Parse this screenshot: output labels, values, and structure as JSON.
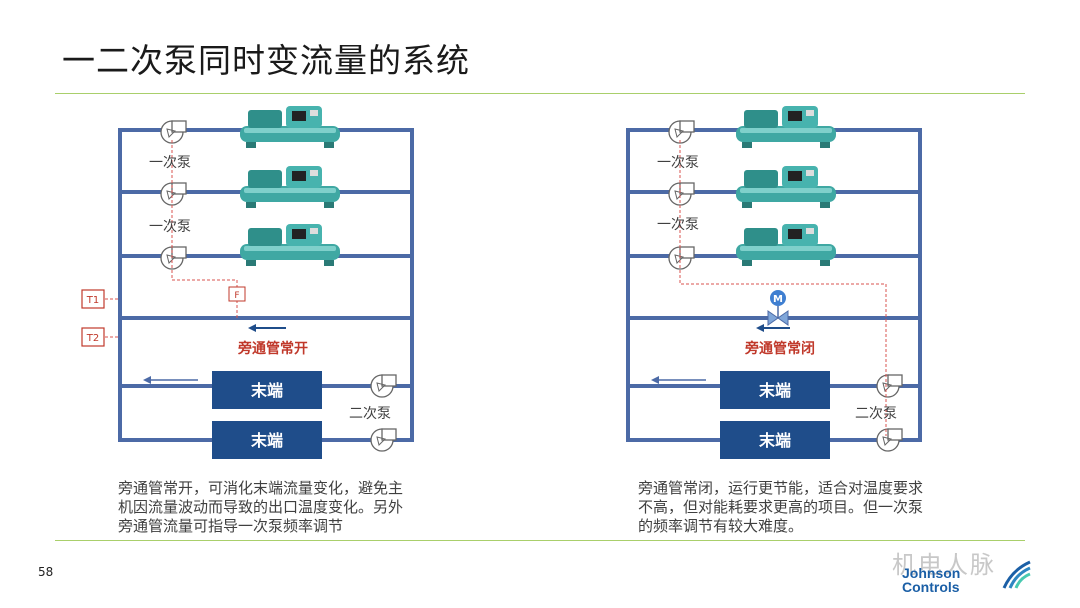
{
  "title": "一二次泵同时变流量的系统",
  "left": {
    "primary_pump_label_1": "一次泵",
    "primary_pump_label_2": "一次泵",
    "sensor_t1": "T1",
    "sensor_t2": "T2",
    "flow_meter": "F",
    "bypass_label": "旁通管常开",
    "terminal_1": "末端",
    "terminal_2": "末端",
    "secondary_pump_label": "二次泵",
    "caption": "旁通管常开，可消化末端流量变化，避免主机因流量波动而导致的出口温度变化。另外旁通管流量可指导一次泵频率调节"
  },
  "right": {
    "primary_pump_label_1": "一次泵",
    "primary_pump_label_2": "一次泵",
    "valve_motor": "M",
    "bypass_label": "旁通管常闭",
    "terminal_1": "末端",
    "terminal_2": "末端",
    "secondary_pump_label": "二次泵",
    "caption": "旁通管常闭，运行更节能，适合对温度要求不高，但对能耗要求更高的项目。但一次泵的频率调节有较大难度。"
  },
  "page_number": "58",
  "watermark": "机电人脉",
  "brand_line1": "Johnson",
  "brand_line2": "Controls",
  "colors": {
    "pipe": "#4c6aa6",
    "terminal": "#1f4d8a",
    "accent_red": "#c0392b",
    "chiller": "#3fa8a3",
    "rule": "#a9cf6b"
  }
}
